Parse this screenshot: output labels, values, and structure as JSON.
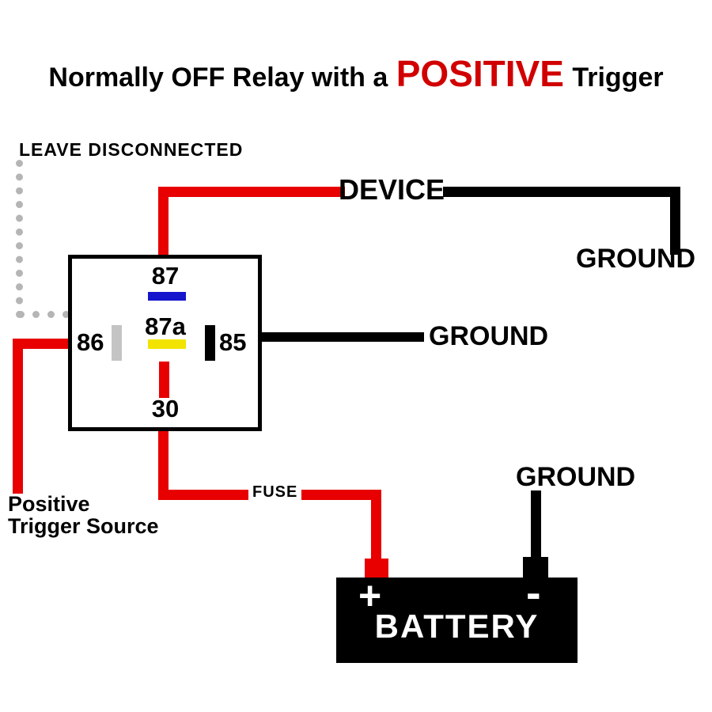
{
  "title": {
    "part1": "Normally OFF Relay with a",
    "highlight": "POSITIVE",
    "part2": "Trigger"
  },
  "labels": {
    "leave_disconnected": "LEAVE DISCONNECTED",
    "device": "DEVICE",
    "ground_top_right": "GROUND",
    "ground_middle": "GROUND",
    "ground_bottom": "GROUND",
    "positive_trigger_line1": "Positive",
    "positive_trigger_line2": "Trigger Source",
    "fuse": "FUSE"
  },
  "relay": {
    "terminals": {
      "t87": "87",
      "t87a": "87a",
      "t86": "86",
      "t85": "85",
      "t30": "30"
    }
  },
  "battery": {
    "name": "BATTERY",
    "plus": "+",
    "minus": "-"
  },
  "colors": {
    "wire_red": "#e80000",
    "wire_black": "#000000",
    "title_red": "#d10000",
    "bar_blue": "#1515cc",
    "bar_yellow": "#f2e400",
    "bar_gray": "#c4c4c4",
    "dotted_gray": "#b5b5b5",
    "battery_bg": "#000000",
    "battery_text": "#ffffff"
  }
}
